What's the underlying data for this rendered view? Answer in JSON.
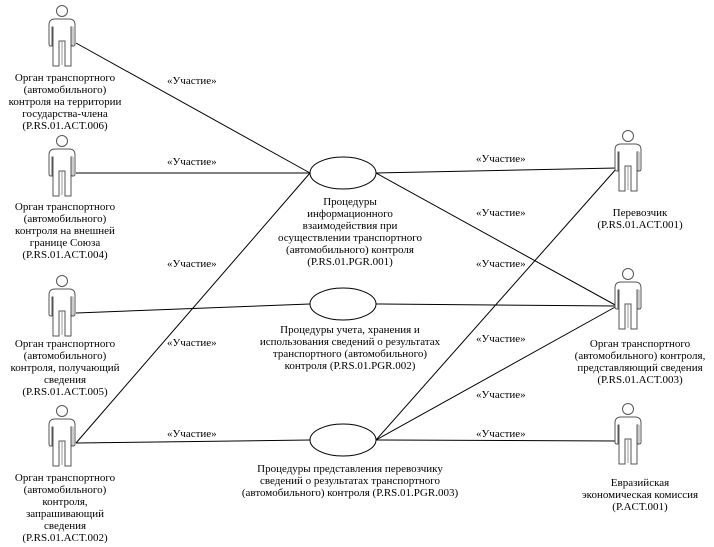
{
  "diagram": {
    "type": "use-case",
    "association_stereotype": "«Участие»",
    "actors": [
      {
        "id": "act006",
        "lines": [
          "Орган транспортного",
          "(автомобильного)",
          "контроля на территории",
          "государства-члена",
          "(P.RS.01.ACT.006)"
        ]
      },
      {
        "id": "act004",
        "lines": [
          "Орган транспортного",
          "(автомобильного)",
          "контроля на внешней",
          "границе Союза",
          "(P.RS.01.ACT.004)"
        ]
      },
      {
        "id": "act005",
        "lines": [
          "Орган транспортного",
          "(автомобильного)",
          "контроля, получающий",
          "сведения",
          "(P.RS.01.ACT.005)"
        ]
      },
      {
        "id": "act002",
        "lines": [
          "Орган транспортного",
          "(автомобильного)",
          "контроля,",
          "запрашивающий",
          "сведения",
          "(P.RS.01.ACT.002)"
        ]
      },
      {
        "id": "act001",
        "lines": [
          "Перевозчик",
          "(P.RS.01.ACT.001)"
        ]
      },
      {
        "id": "act003",
        "lines": [
          "Орган транспортного",
          "(автомобильного) контроля,",
          "представляющий сведения",
          "(P.RS.01.ACT.003)"
        ]
      },
      {
        "id": "eec",
        "lines": [
          "Евразийская",
          "экономическая комиссия",
          "(P.ACT.001)"
        ]
      }
    ],
    "use_cases": [
      {
        "id": "pgr001",
        "lines": [
          "Процедуры",
          "информационного",
          "взаимодействия при",
          "осуществлении транспортного",
          "(автомобильного) контроля",
          "(P.RS.01.PGR.001)"
        ]
      },
      {
        "id": "pgr002",
        "lines": [
          "Процедуры учета, хранения и",
          "использования сведений о результатах",
          "транспортного (автомобильного)",
          "контроля (P.RS.01.PGR.002)"
        ]
      },
      {
        "id": "pgr003",
        "lines": [
          "Процедуры представления перевозчику",
          "сведений о результатах транспортного",
          "(автомобильного) контроля (P.RS.01.PGR.003)"
        ]
      }
    ],
    "associations": [
      {
        "from": "act006",
        "to": "pgr001",
        "label": "«Участие»"
      },
      {
        "from": "act004",
        "to": "pgr001",
        "label": "«Участие»"
      },
      {
        "from": "act002",
        "to": "pgr001",
        "label": "«Участие»"
      },
      {
        "from": "act005",
        "to": "pgr002",
        "label": "«Участие»"
      },
      {
        "from": "act002",
        "to": "pgr003",
        "label": "«Участие»"
      },
      {
        "from": "pgr001",
        "to": "act001",
        "label": "«Участие»"
      },
      {
        "from": "pgr001",
        "to": "act003",
        "label": "«Участие»"
      },
      {
        "from": "pgr002",
        "to": "act003",
        "label": "«Участие»"
      },
      {
        "from": "pgr003",
        "to": "act001",
        "label": "«Участие»"
      },
      {
        "from": "pgr003",
        "to": "act003",
        "label": "«Участие»"
      },
      {
        "from": "pgr003",
        "to": "eec",
        "label": "«Участие»"
      }
    ]
  }
}
